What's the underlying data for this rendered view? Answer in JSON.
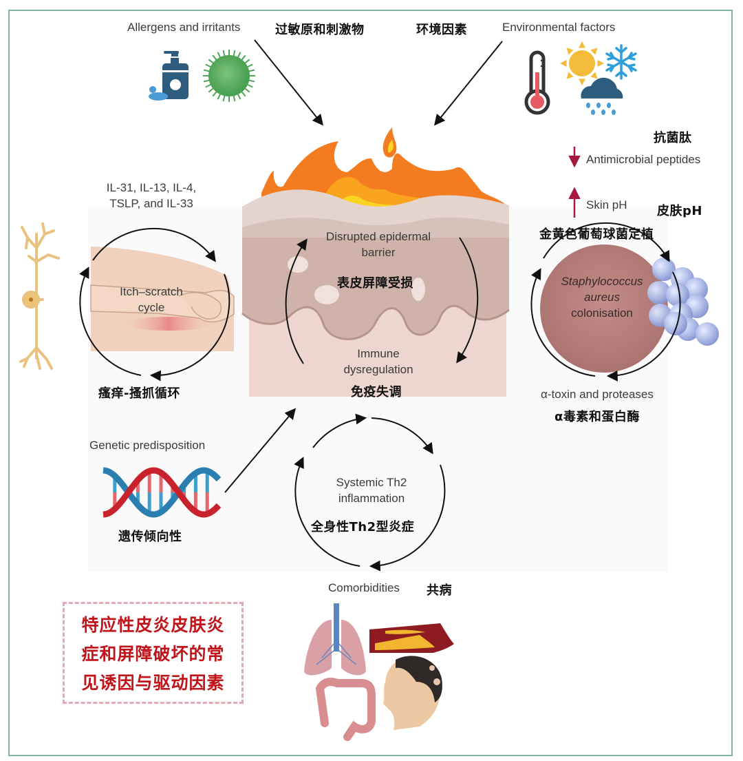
{
  "title_callout": [
    "特应性皮炎皮肤炎",
    "症和屏障破坏的常",
    "见诱因与驱动因素"
  ],
  "triggers": {
    "allergens": {
      "en": "Allergens and irritants",
      "zh": "过敏原和刺激物",
      "icons": [
        "soap-pump-icon",
        "pollen-icon"
      ]
    },
    "environment": {
      "en": "Environmental factors",
      "zh": "环境因素",
      "icons": [
        "thermometer-icon",
        "sun-icon",
        "snowflake-icon",
        "rain-cloud-icon"
      ]
    },
    "genetic": {
      "en": "Genetic predisposition",
      "zh": "遗传倾向性",
      "icon": "dna-icon"
    }
  },
  "center_cycle": {
    "top": {
      "en_line1": "Disrupted epidermal",
      "en_line2": "barrier",
      "zh": "表皮屏障受损"
    },
    "bottom": {
      "en_line1": "Immune",
      "en_line2": "dysregulation",
      "zh": "免疫失调"
    }
  },
  "itch_cycle": {
    "cytokines_line1": "IL-31, IL-13, IL-4,",
    "cytokines_line2": "TSLP, and IL-33",
    "label_line1": "Itch–scratch",
    "label_line2": "cycle",
    "zh": "瘙痒-搔抓循环"
  },
  "staph_cycle": {
    "amp_zh": "抗菌肽",
    "amp_en": "Antimicrobial peptides",
    "amp_direction": "down",
    "ph_en": "Skin pH",
    "ph_zh": "皮肤pH",
    "ph_direction": "up",
    "colonisation_zh": "金黄色葡萄球菌定植",
    "label_line1": "Staphylococcus",
    "label_line2": "aureus",
    "label_line3": "colonisation",
    "toxin_en": "α-toxin and proteases",
    "toxin_zh": "α毒素和蛋白酶"
  },
  "th2_cycle": {
    "label_line1": "Systemic Th2",
    "label_line2": "inflammation",
    "zh": "全身性Th2型炎症"
  },
  "comorbidities": {
    "en": "Comorbidities",
    "zh": "共病",
    "icons": [
      "lungs-icon",
      "artery-plaque-icon",
      "colon-icon",
      "head-alopecia-icon"
    ]
  },
  "colors": {
    "frame": "#7fb3a0",
    "accent_red": "#c0141a",
    "arrow_crimson": "#a8173f",
    "callout_border": "#e2a9b2",
    "skin": "#e8d3cc",
    "flame_orange": "#f47c20",
    "flame_yellow": "#fbd323",
    "staph_ball": "#aab8e6",
    "dna_red": "#c8232c",
    "dna_blue": "#2a7fb0"
  }
}
